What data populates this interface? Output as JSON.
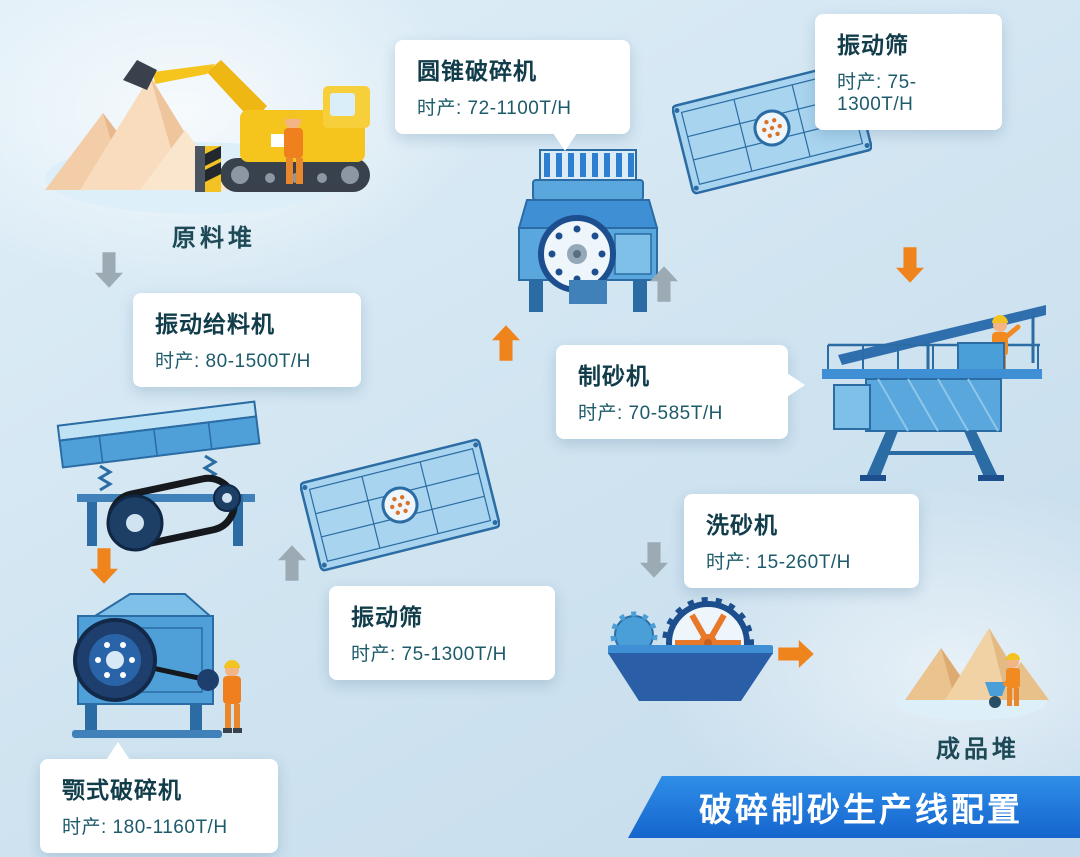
{
  "diagram": {
    "raw_pile_label": "原料堆",
    "product_pile_label": "成品堆",
    "banner_title": "破碎制砂生产线配置"
  },
  "stations": {
    "feeder": {
      "name": "振动给料机",
      "capacity": "时产: 80-1500T/H"
    },
    "cone_crusher": {
      "name": "圆锥破碎机",
      "capacity": "时产: 72-1100T/H"
    },
    "screen_top": {
      "name": "振动筛",
      "capacity": "时产: 75-1300T/H"
    },
    "sand_maker": {
      "name": "制砂机",
      "capacity": "时产: 70-585T/H"
    },
    "screen_mid": {
      "name": "振动筛",
      "capacity": "时产: 75-1300T/H"
    },
    "sand_washer": {
      "name": "洗砂机",
      "capacity": "时产: 15-260T/H"
    },
    "jaw_crusher": {
      "name": "颚式破碎机",
      "capacity": "时产: 180-1160T/H"
    }
  },
  "colors": {
    "accent_orange": "#f0841c",
    "arrow_gray": "#9caab4",
    "machine_blue": "#4f9fd9",
    "banner_blue": "#1b6fd4",
    "label_title": "#113c4a",
    "label_capacity": "#1d5b6b"
  }
}
